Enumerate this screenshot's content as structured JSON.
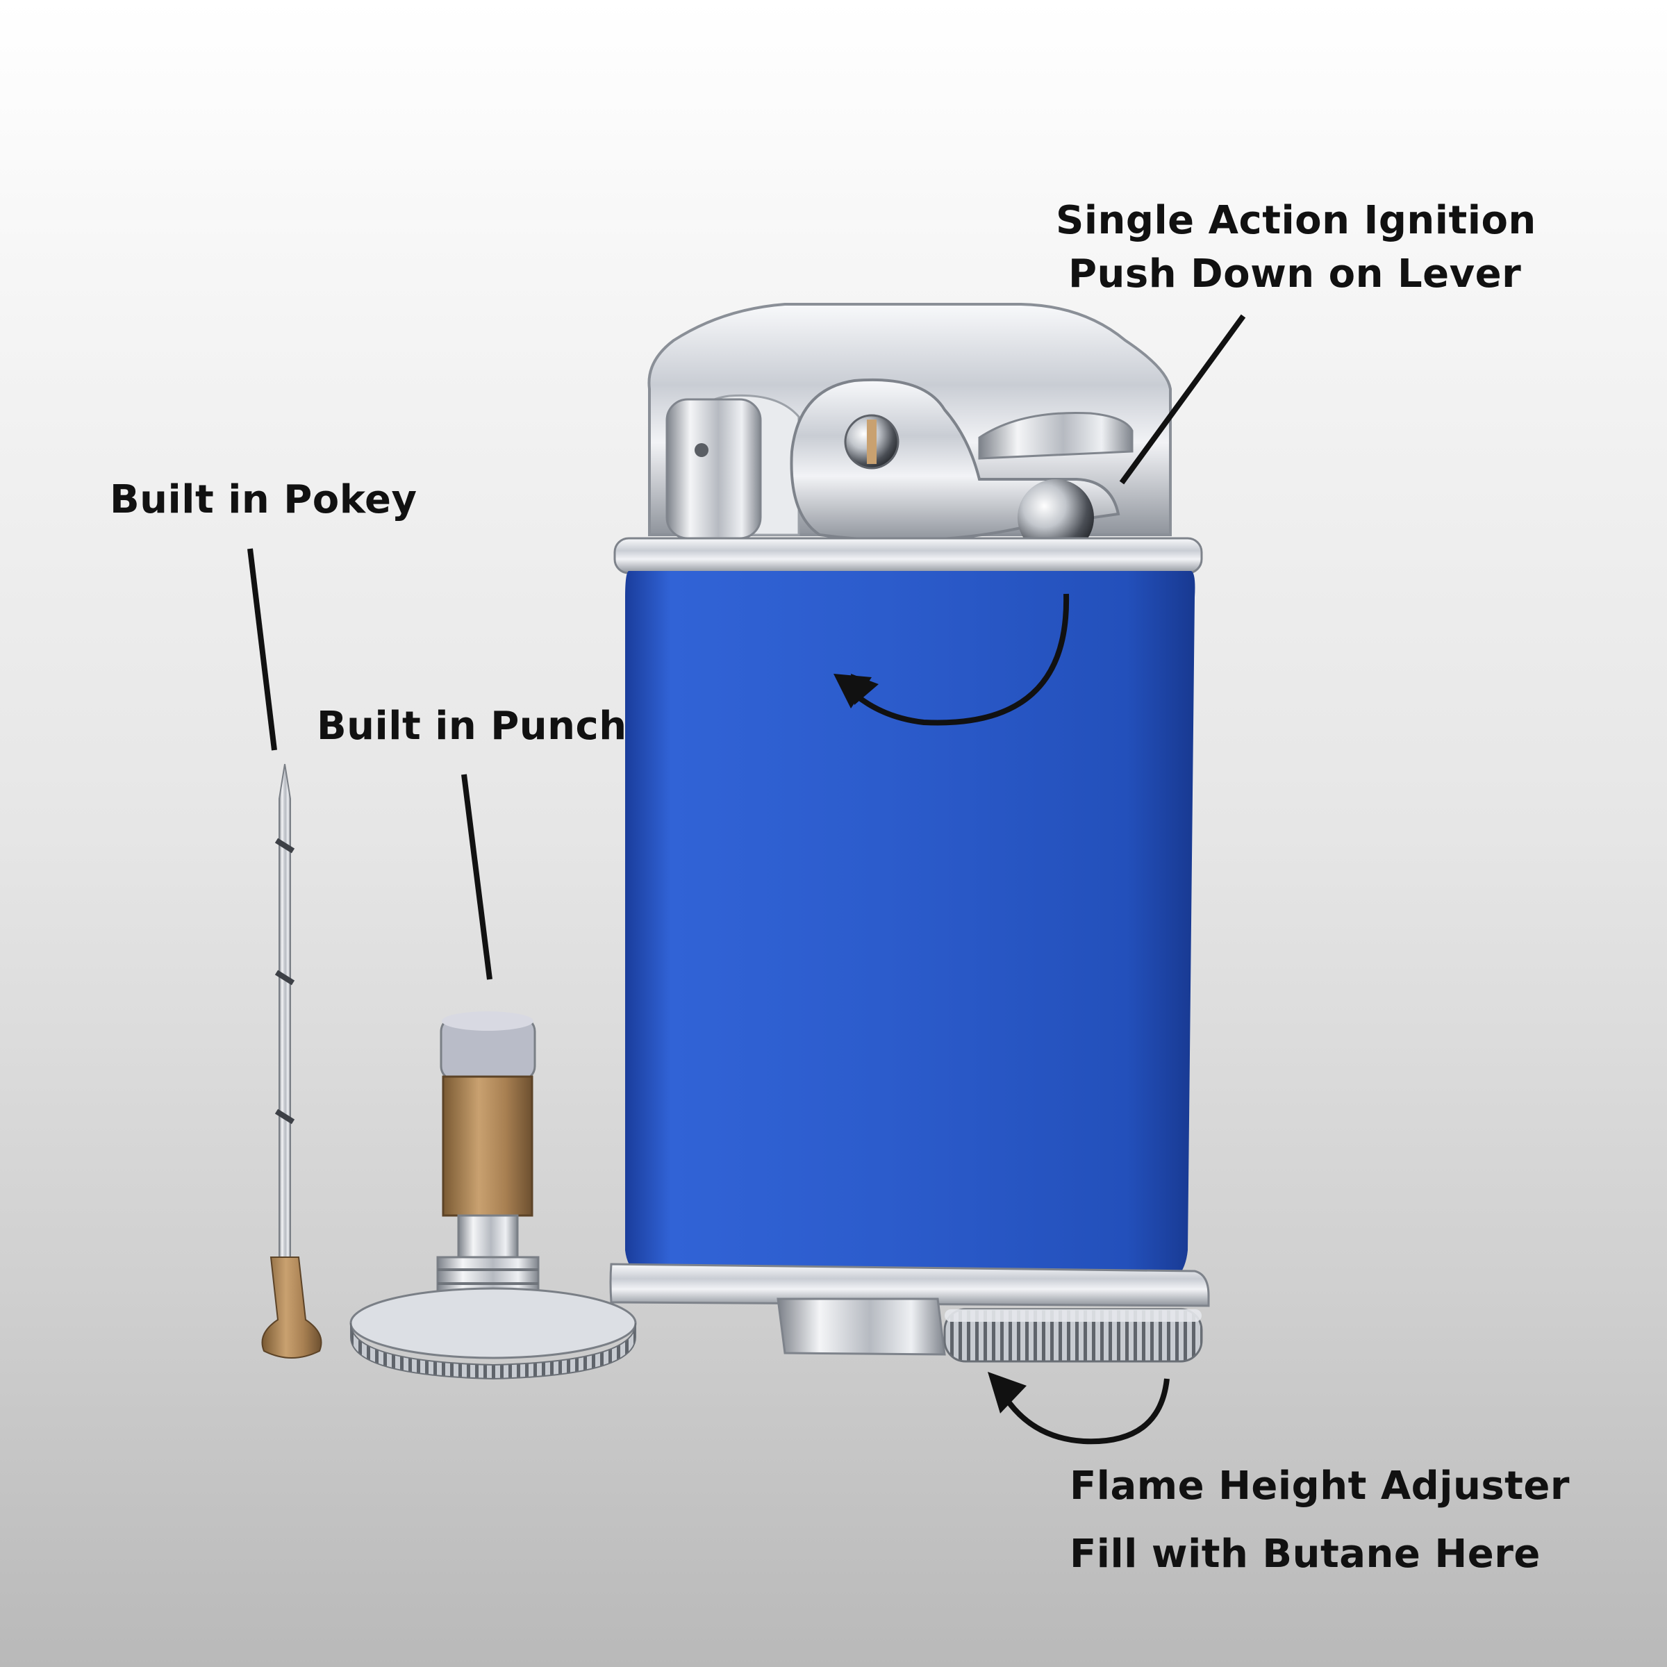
{
  "callouts": {
    "ignition": {
      "line1": "Single Action Ignition",
      "line2": "Push Down on Lever"
    },
    "pokey": {
      "text": "Built in Pokey"
    },
    "punch": {
      "text": "Built in Punch"
    },
    "flame": {
      "line1": "Flame Height Adjuster",
      "line2": "Fill with Butane Here"
    }
  },
  "colors": {
    "body_blue": "#2a59c8",
    "chrome": "#d9dde3",
    "brass": "#b08a58",
    "ink": "#111111"
  }
}
